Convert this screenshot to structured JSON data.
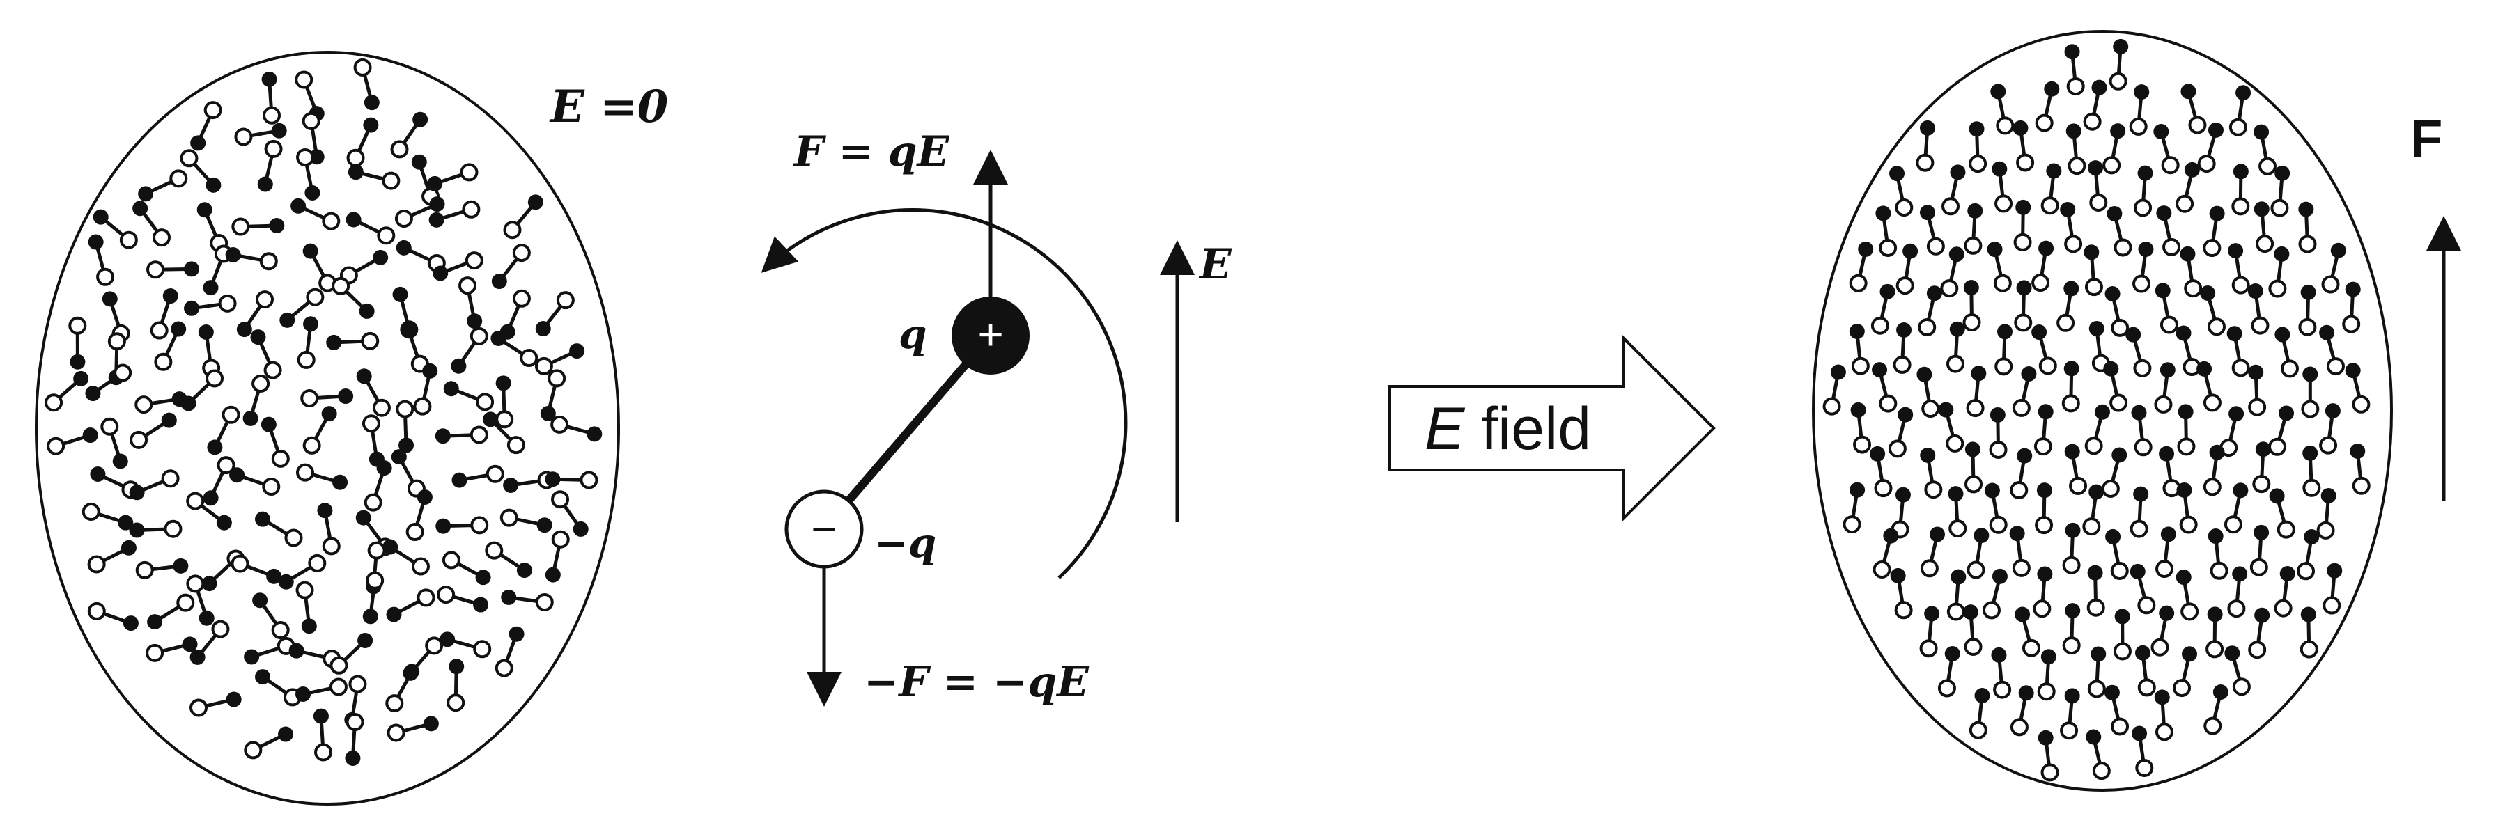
{
  "labels": {
    "left_field": "E =0",
    "force_top": "F = qE",
    "charge_pos": "q",
    "charge_neg": "−q",
    "force_bottom": "−F = −qE",
    "field_mid": "E",
    "arrow_e": "E",
    "arrow_field": " field",
    "right_field": "F"
  },
  "symbols": {
    "plus": "+",
    "minus": "−"
  },
  "colors": {
    "ink": "#111111",
    "background": "#ffffff"
  }
}
